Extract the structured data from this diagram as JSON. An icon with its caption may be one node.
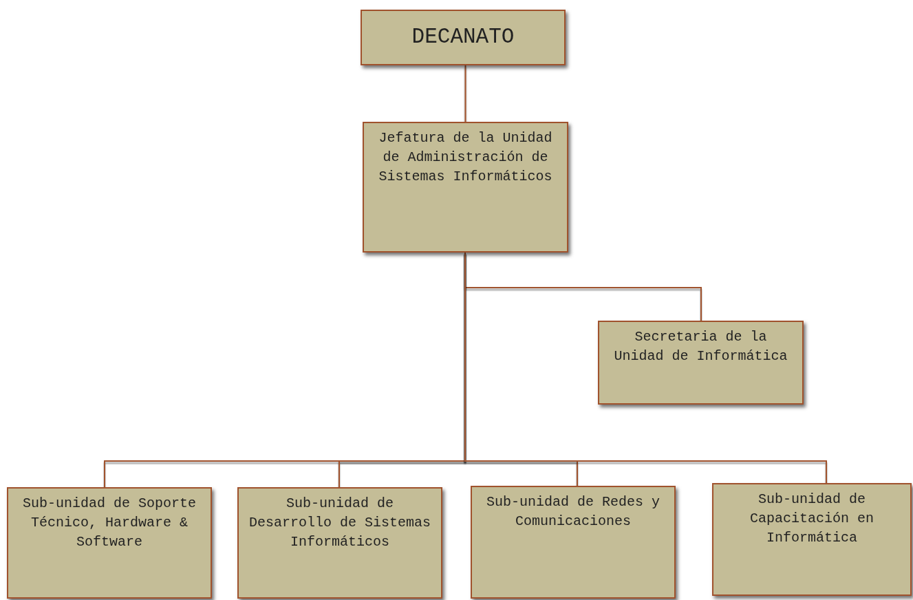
{
  "diagram": {
    "nodes": [
      {
        "text": [
          "DECANATO"
        ]
      },
      {
        "text": [
          "Jefatura de la Unidad de Administración de Sistemas Informáticos"
        ]
      },
      {
        "text": [
          "Secretaria de la Unidad de Informática"
        ]
      },
      {
        "text": [
          "Sub-unidad de Soporte Técnico, Hardware & Software"
        ]
      },
      {
        "text": [
          "Sub-unidad de Desarrollo de Sistemas Informáticos"
        ]
      },
      {
        "text": [
          "Sub-unidad de Redes y Comunicaciones"
        ]
      },
      {
        "text": [
          "Sub-unidad de Capacitación en Informática"
        ]
      }
    ],
    "edges": [
      {
        "from": 0,
        "to": 1,
        "arrow": "none"
      },
      {
        "from": 1,
        "to": 2,
        "arrow": "none"
      },
      {
        "from": 1,
        "to": 3,
        "arrow": "none"
      },
      {
        "from": 1,
        "to": 4,
        "arrow": "none"
      },
      {
        "from": 1,
        "to": 5,
        "arrow": "none"
      },
      {
        "from": 1,
        "to": 6,
        "arrow": "none"
      }
    ]
  }
}
